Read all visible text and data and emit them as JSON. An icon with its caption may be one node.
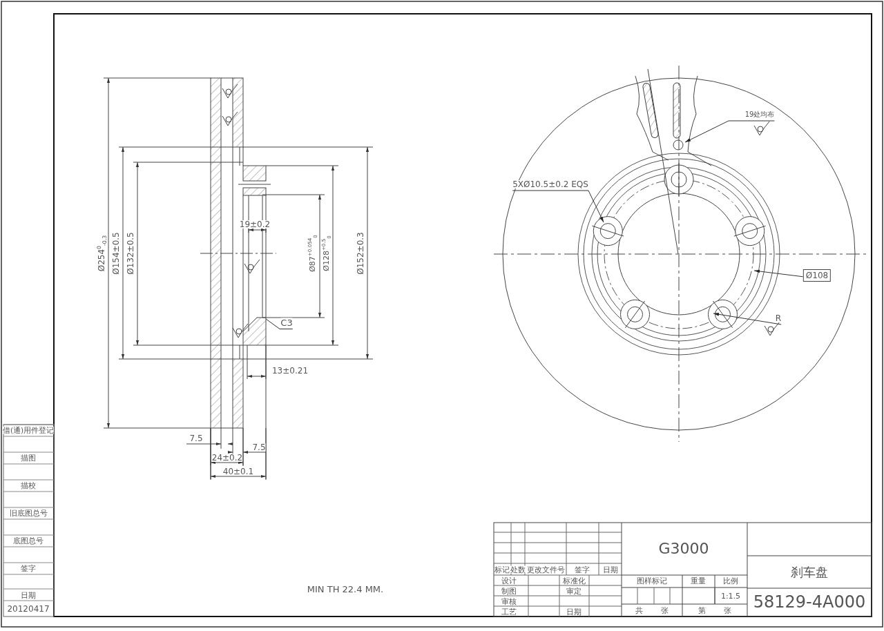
{
  "diagram": {
    "nodes": [
      {
        "text": [
          "5XØ10.5±0.2 EQS"
        ]
      },
      {
        "text": [
          "19处均布"
        ]
      },
      {
        "text": [
          "Ø108"
        ]
      },
      {
        "text": [
          "R"
        ]
      },
      {
        "text": [
          "C3"
        ]
      }
    ],
    "edges": [
      {
        "from": 0,
        "to": null,
        "arrow": "to"
      },
      {
        "from": 1,
        "to": null,
        "arrow": "to"
      },
      {
        "from": 2,
        "to": null,
        "arrow": "to"
      },
      {
        "from": 3,
        "to": null,
        "arrow": "to"
      },
      {
        "from": 4,
        "to": null,
        "arrow": "none"
      }
    ],
    "labels": [
      "Ø254$^{0}$$_{-0.3}$",
      "Ø154±0.5",
      "Ø132±0.5",
      "19±0.2",
      "Ø87$^{+0.054}$$_{0}$",
      "Ø128$^{+0.5}$$_{0}$",
      "Ø152±0.3",
      "13±0.21",
      "7.5",
      "7.5",
      "24±0.2",
      "40±0.1",
      "MIN TH 22.4 MM.",
      "借(通)用件登记",
      "描图",
      "描校",
      "旧底图总号",
      "底图总号",
      "签字",
      "日期",
      "20120417",
      "G3000",
      "标记",
      "处数",
      "更改文件号",
      "签字",
      "日期",
      "刹车盘",
      "设计",
      "标准化",
      "图样标记",
      "重量",
      "比例",
      "制图",
      "审定",
      "1:1.5",
      "审核",
      "工艺",
      "日期",
      "共 张",
      "第 张",
      "58129-4A000"
    ]
  }
}
